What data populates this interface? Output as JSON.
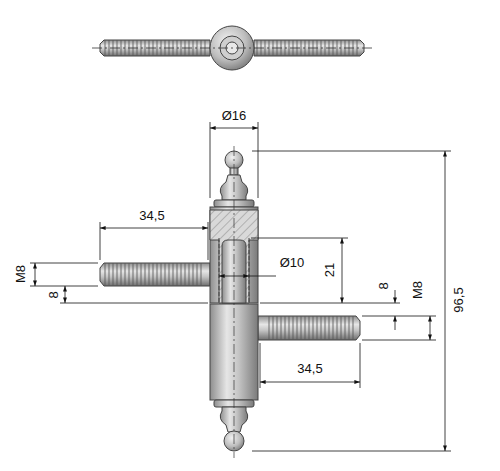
{
  "diagram": {
    "labels": [
      "Ø16",
      "34,5",
      "M8",
      "8",
      "Ø10",
      "21",
      "8",
      "M8",
      "34,5",
      "96,5"
    ]
  }
}
